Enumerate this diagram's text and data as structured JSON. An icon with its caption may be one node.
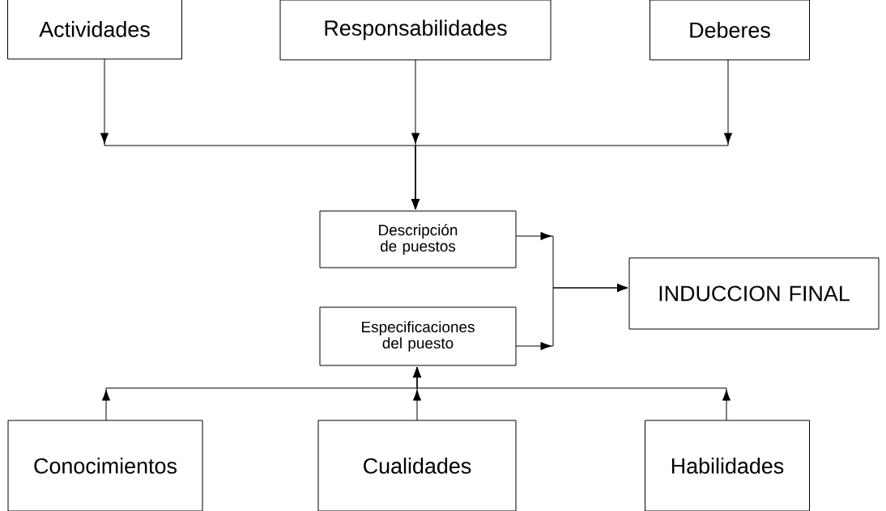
{
  "diagram": {
    "nodes": [
      {
        "text": [
          "Actividades"
        ]
      },
      {
        "text": [
          "Responsabilidades"
        ]
      },
      {
        "text": [
          "Deberes"
        ]
      },
      {
        "text": [
          "Descripción de puestos"
        ]
      },
      {
        "text": [
          "Especificaciones del puesto"
        ]
      },
      {
        "text": [
          "INDUCCION FINAL"
        ]
      },
      {
        "text": [
          "Conocimientos"
        ]
      },
      {
        "text": [
          "Cualidades"
        ]
      },
      {
        "text": [
          "Habilidades"
        ]
      }
    ],
    "edges": [
      {
        "from": 0,
        "to": 3,
        "arrow": "to"
      },
      {
        "from": 1,
        "to": 3,
        "arrow": "to"
      },
      {
        "from": 2,
        "to": 3,
        "arrow": "to"
      },
      {
        "from": 3,
        "to": 5,
        "arrow": "to"
      },
      {
        "from": 4,
        "to": 5,
        "arrow": "to"
      },
      {
        "from": 6,
        "to": 4,
        "arrow": "to"
      },
      {
        "from": 7,
        "to": 4,
        "arrow": "to"
      },
      {
        "from": 8,
        "to": 4,
        "arrow": "to"
      }
    ]
  }
}
